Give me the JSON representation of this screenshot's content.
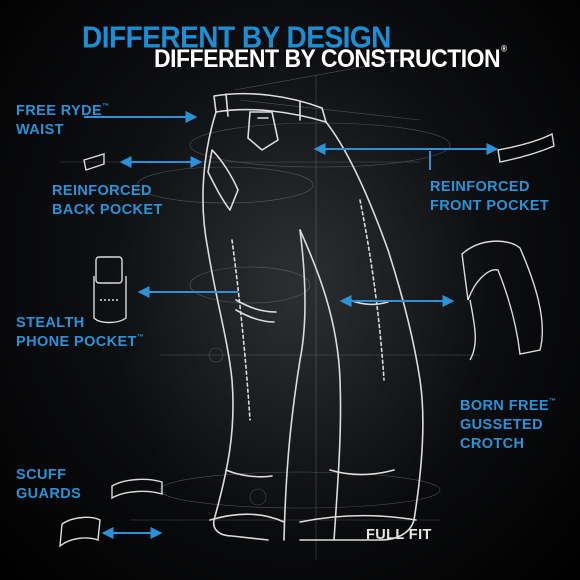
{
  "headline": {
    "primary": "DIFFERENT BY DESIGN",
    "secondary": "DIFFERENT BY CONSTRUCTION",
    "secondary_mark": "®"
  },
  "callouts": {
    "waist": {
      "line1": "FREE RYDE",
      "mark": "™",
      "line2": "WAIST"
    },
    "back_pocket": {
      "line1": "REINFORCED",
      "line2": "BACK POCKET"
    },
    "front_pocket": {
      "line1": "REINFORCED",
      "line2": "FRONT POCKET"
    },
    "phone_pocket": {
      "line1": "STEALTH",
      "line2": "PHONE POCKET",
      "mark": "™"
    },
    "crotch": {
      "line1": "BORN FREE",
      "mark": "™",
      "line2": "GUSSETED",
      "line3": "CROTCH"
    },
    "scuff_guards": {
      "line1": "SCUFF",
      "line2": "GUARDS"
    },
    "full_fit": {
      "line1": "FULL FIT"
    }
  },
  "colors": {
    "accent_blue": "#1b8fd6",
    "label_blue": "#2a93d8",
    "sketch_white": "#dcdcdc",
    "background": "#0b0c0e"
  }
}
